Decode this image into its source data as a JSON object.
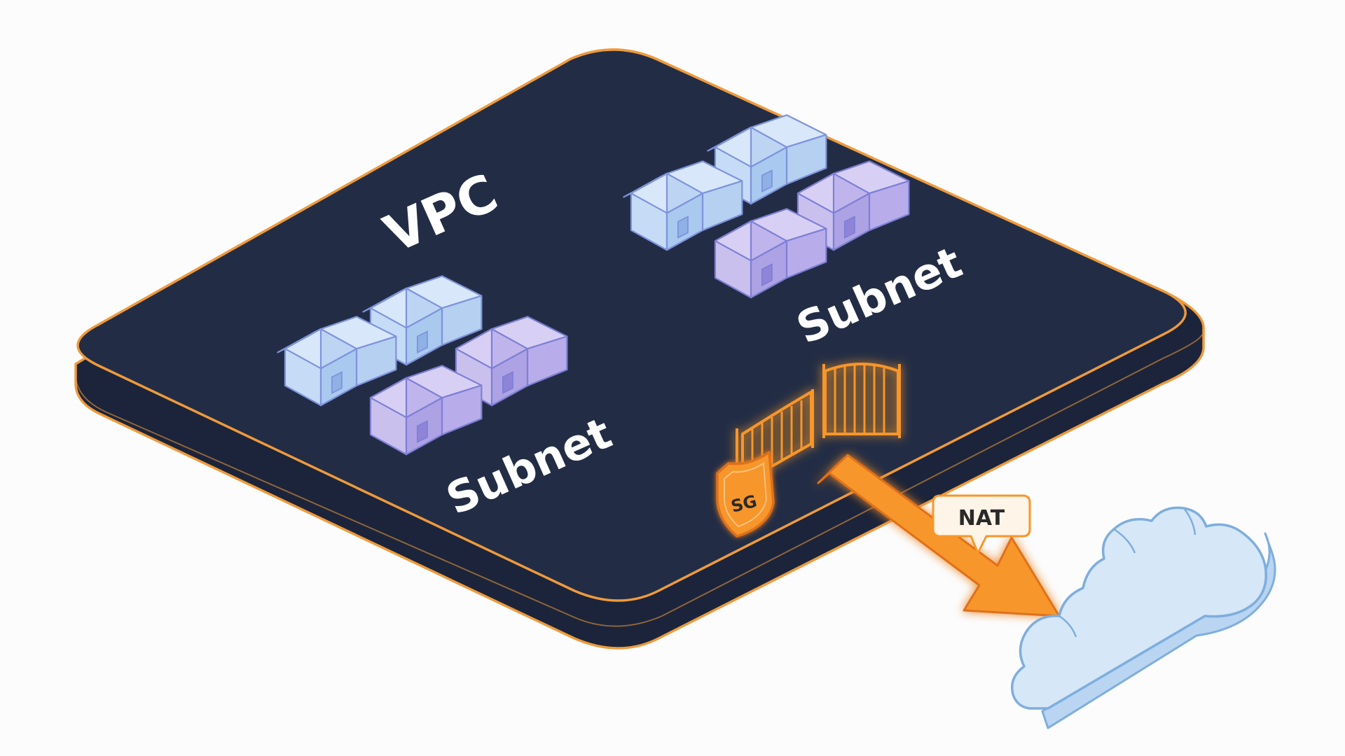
{
  "labels": {
    "vpc": "VPC",
    "subnet_left": "Subnet",
    "subnet_right": "Subnet",
    "security_group": "SG",
    "nat": "NAT"
  },
  "colors": {
    "background": "#fcfcfd",
    "platform_top": "#222d45",
    "platform_side": "#1b243a",
    "platform_outline": "#ef9a3c",
    "label_text": "#ffffff",
    "house_blue": "#c6dcf6",
    "house_blue_side": "#a9c9ef",
    "house_purple": "#c9c0ee",
    "house_purple_side": "#ada2e3",
    "house_outline": "#7e93dd",
    "accent_orange": "#f7962a",
    "accent_orange_dark": "#e0701a",
    "cloud_fill": "#d6e7f8",
    "cloud_side": "#b9d5f2",
    "cloud_outline": "#7eaedd"
  },
  "icons": [
    "house-icon",
    "gate-icon",
    "shield-icon",
    "arrow-icon",
    "cloud-icon",
    "speech-bubble-icon"
  ]
}
